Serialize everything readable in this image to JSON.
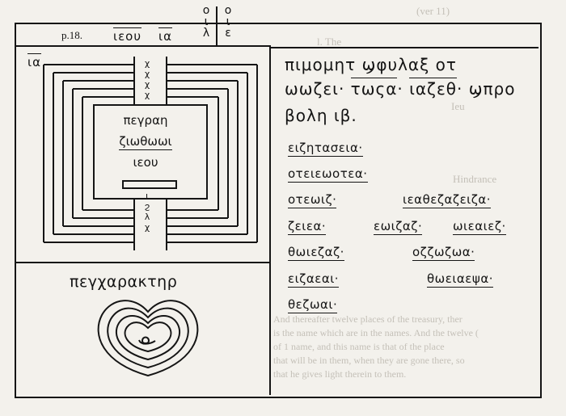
{
  "ghost_text": {
    "top_right": "(ver 11)",
    "mid_1": "l. The",
    "mid_2": "Ieu",
    "mid_3": "Hindrance",
    "para_1": "And thereafter twelve places of the treasury, ther",
    "para_2": "is the name which are in the names. And the twelve (",
    "para_3": "of 1 name, and this name is that of the place",
    "para_4": "that will be in them, when they are gone there, so",
    "para_5": "that he gives light therein to them."
  },
  "header": {
    "page_ref": "p.18.",
    "name": "ιεου",
    "number": "ια",
    "col1": [
      "ο",
      "ι",
      "λ"
    ],
    "col2": [
      "ο",
      "ι",
      "ε"
    ]
  },
  "seal": {
    "corner_label": "ια",
    "center_lines": [
      "πεγραη",
      "ζιωθωωι",
      "ιεου"
    ],
    "top_column": [
      "χ",
      "χ",
      "χ",
      "χ"
    ],
    "bottom_column": [
      "ι",
      "ϩ",
      "λ",
      "χ"
    ],
    "character_label": "πεγχαρακτηρ"
  },
  "right_text": {
    "line1": "πιμομητ  ϣφυλαξ  οτ",
    "line2a": "ωωζει",
    "line2b": "τωςα",
    "line2c": "ιαζεθ",
    "line2d": "ϣπρο",
    "line3": "βολη ιβ.",
    "names": [
      "ειζητασεια·",
      "οτειεωοτεα·",
      "οτεωιζ·",
      "ιεαθεζαζειζα·",
      "ζειεα·",
      "εωιζαζ·",
      "ωιεαιεζ·",
      "θωιεζαζ·",
      "οζζωζωα·",
      "ειζαεαι·",
      "θωειαεψα·",
      "θεζωαι·"
    ]
  }
}
